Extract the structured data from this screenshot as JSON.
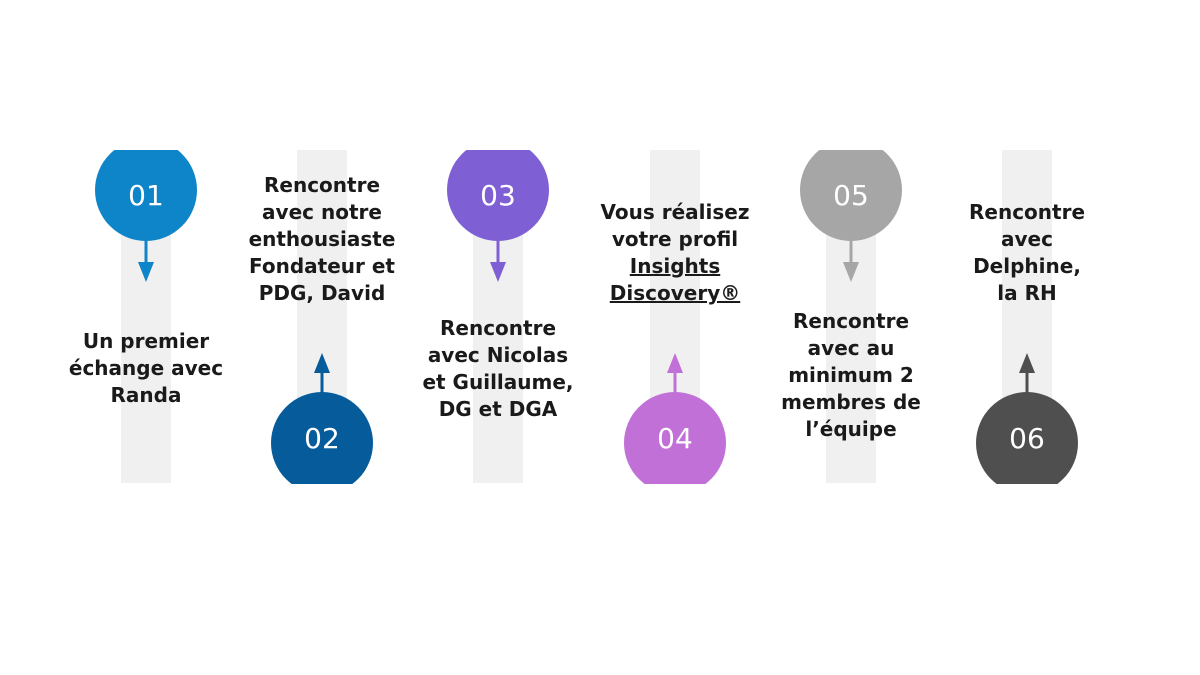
{
  "steps": [
    {
      "number": "01",
      "color": "#0f85c9",
      "position": "top",
      "lines": [
        "Un premier",
        "échange avec",
        "Randa"
      ]
    },
    {
      "number": "02",
      "color": "#065c9a",
      "position": "bottom",
      "lines": [
        "Rencontre",
        "avec notre",
        "enthousiaste",
        "Fondateur et",
        "PDG, David"
      ]
    },
    {
      "number": "03",
      "color": "#7f5fd4",
      "position": "top",
      "lines": [
        "Rencontre",
        "avec Nicolas",
        "et Guillaume,",
        "DG et DGA"
      ]
    },
    {
      "number": "04",
      "color": "#c070d6",
      "position": "bottom",
      "lines": [
        "Vous réalisez",
        "votre profil",
        "Insights",
        "Discovery®"
      ],
      "underlined_lines": [
        2,
        3
      ]
    },
    {
      "number": "05",
      "color": "#a6a6a6",
      "position": "top",
      "lines": [
        "Rencontre",
        "avec au",
        "minimum 2",
        "membres de",
        "l’équipe"
      ]
    },
    {
      "number": "06",
      "color": "#4f4f4f",
      "position": "bottom",
      "lines": [
        "Rencontre",
        "avec",
        "Delphine,",
        "la RH"
      ]
    }
  ]
}
